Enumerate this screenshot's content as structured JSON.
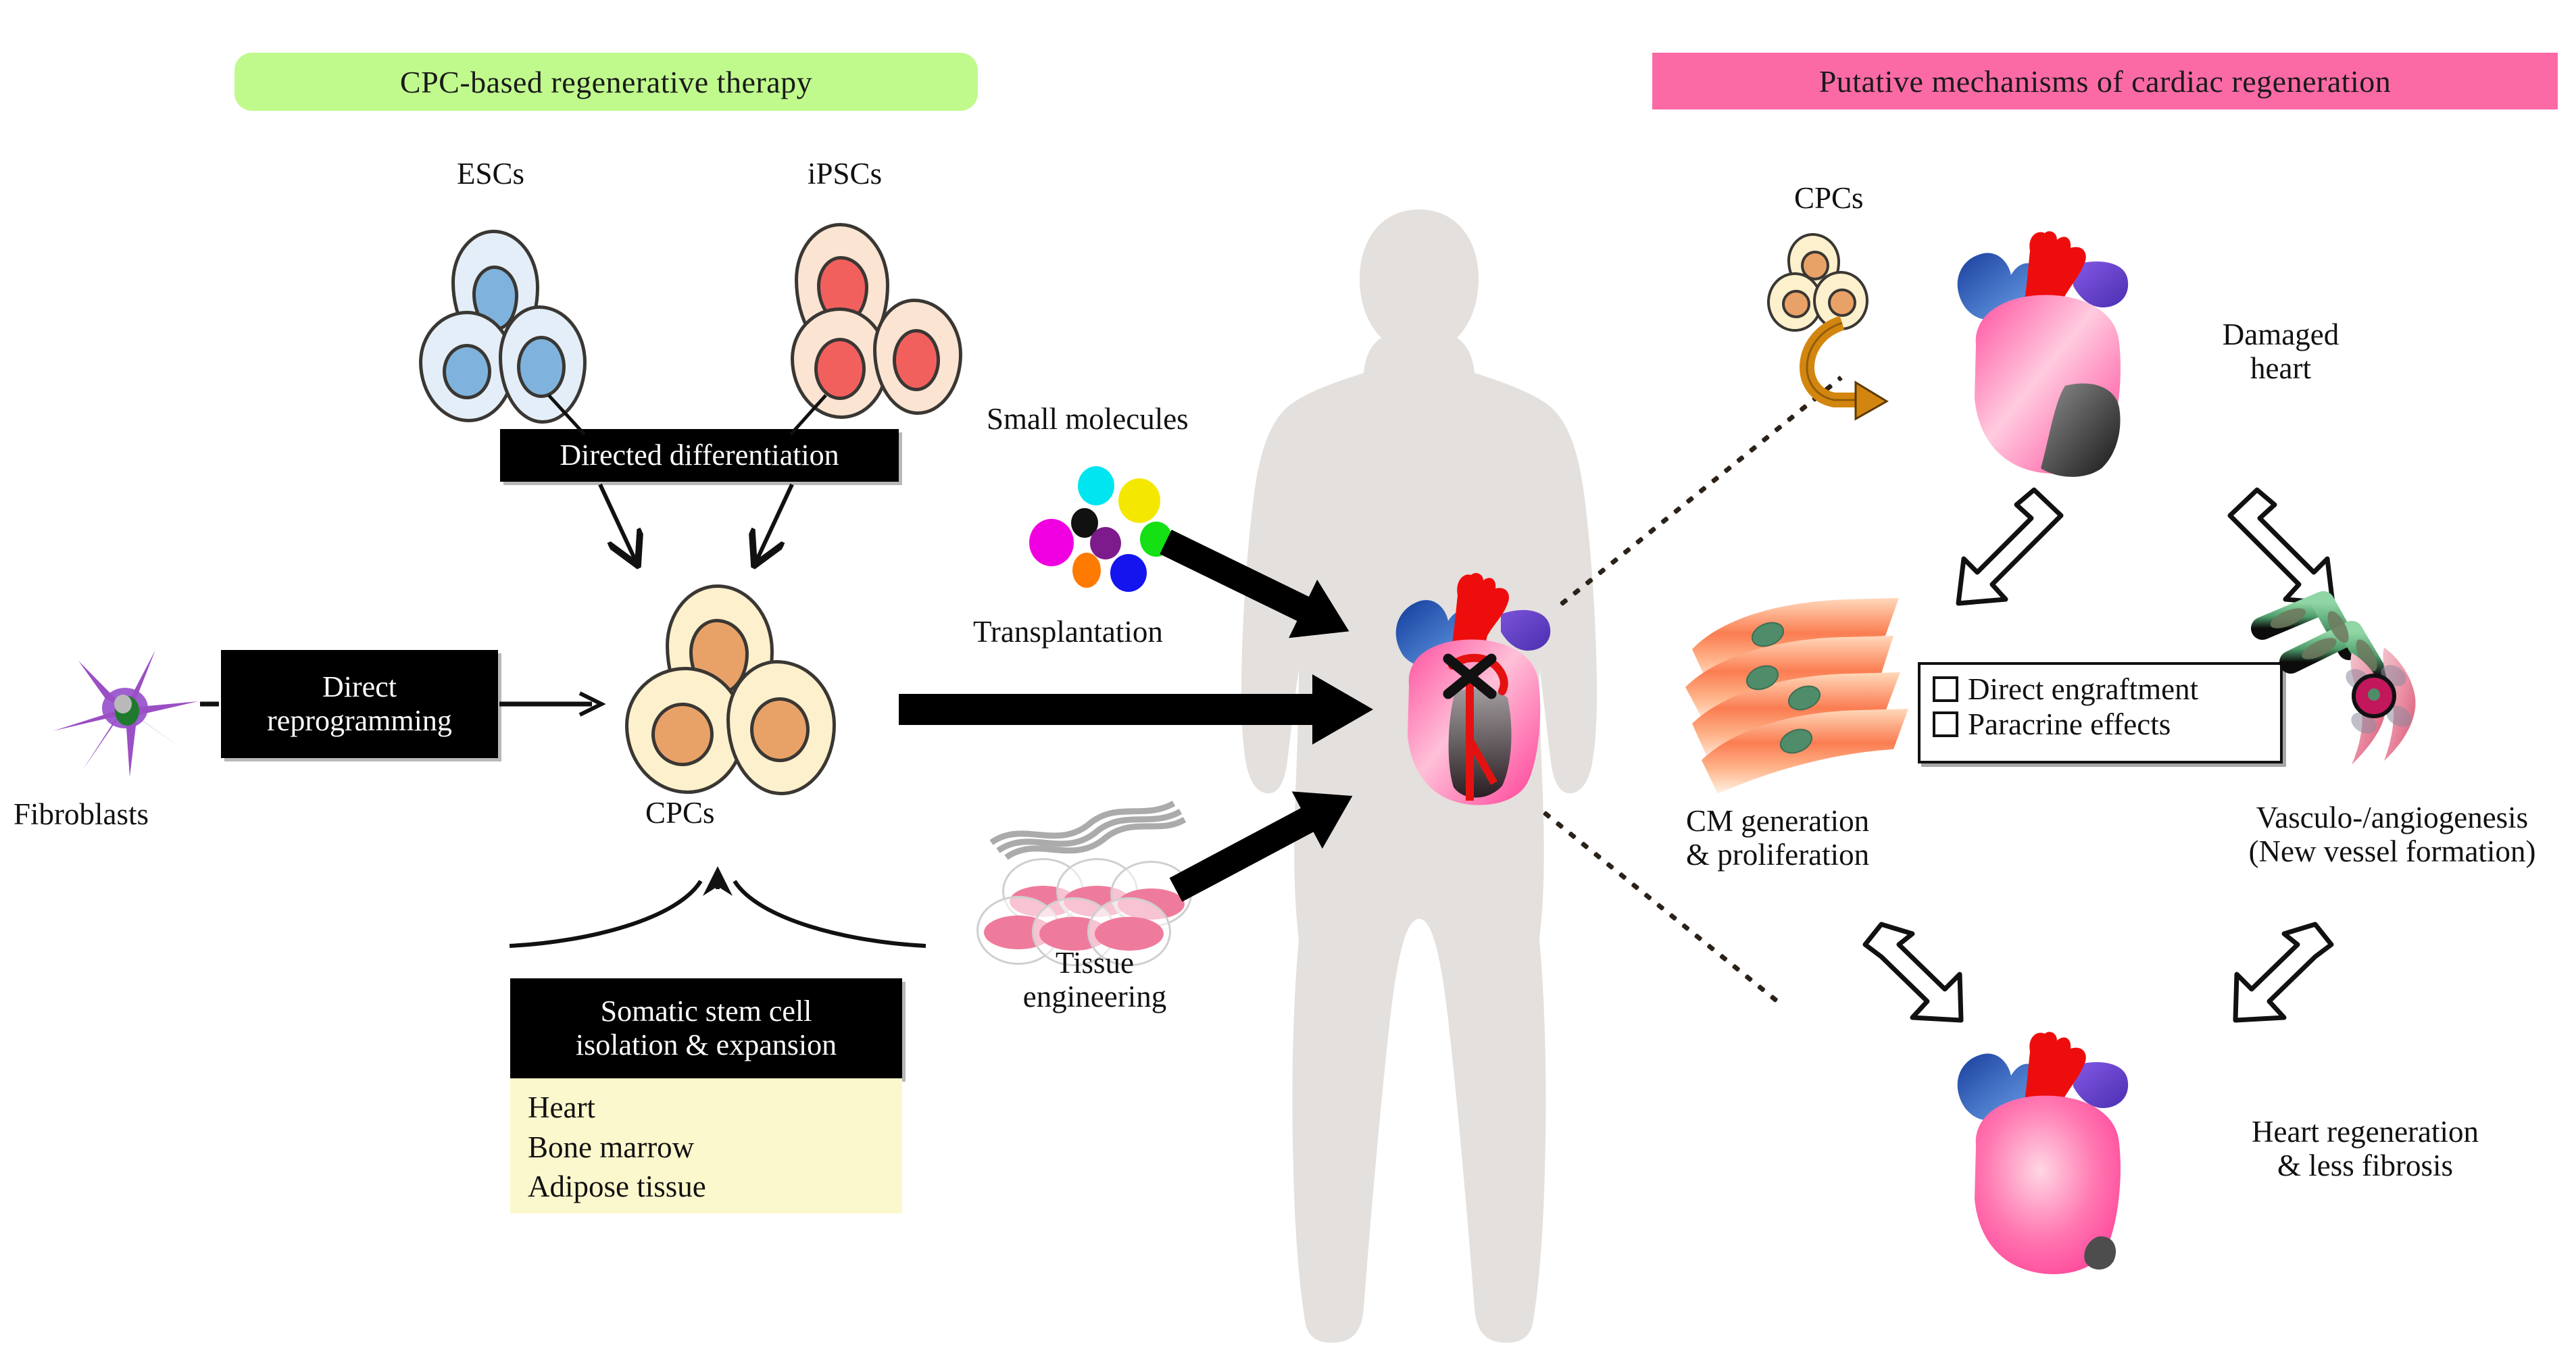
{
  "headers": {
    "left": "CPC-based regenerative therapy",
    "right": "Putative mechanisms of cardiac regeneration",
    "left_color": "#c0fa8d",
    "right_color": "#fc6aa6"
  },
  "left_panel": {
    "esc_label": "ESCs",
    "ipsc_label": "iPSCs",
    "directed_differentiation": "Directed differentiation",
    "fibroblasts_label": "Fibroblasts",
    "direct_reprogramming_line1": "Direct",
    "direct_reprogramming_line2": "reprogramming",
    "cpcs_label": "CPCs",
    "somatic_box_line1": "Somatic stem cell",
    "somatic_box_line2": "isolation & expansion",
    "somatic_sources": [
      "Heart",
      "Bone marrow",
      "Adipose tissue"
    ]
  },
  "center_panel": {
    "small_molecules_label": "Small  molecules",
    "transplantation_label": "Transplantation",
    "tissue_engineering_line1": "Tissue",
    "tissue_engineering_line2": "engineering",
    "molecule_colors": [
      "#00e5f0",
      "#f5e800",
      "#111111",
      "#f000e0",
      "#7d1b8c",
      "#14e014",
      "#ff7a00",
      "#1414ee"
    ]
  },
  "right_panel": {
    "cpcs_label": "CPCs",
    "damaged_heart_line1": "Damaged",
    "damaged_heart_line2": "heart",
    "cm_generation_line1": "CM generation",
    "cm_generation_line2": "& proliferation",
    "vasculo_line1": "Vasculo-/angiogenesis",
    "vasculo_line2": "(New vessel formation)",
    "heart_regen_line1": "Heart regeneration",
    "heart_regen_line2": "& less fibrosis",
    "mechanisms": [
      "Direct engraftment",
      "Paracrine effects"
    ]
  },
  "colors": {
    "esc_cell_fill": "#e3eef8",
    "esc_nucleus": "#7fb3dd",
    "ipsc_cell_fill": "#fbe4d2",
    "ipsc_nucleus": "#f2605e",
    "cpc_cell_fill": "#fdf0cd",
    "cpc_nucleus": "#e8a268",
    "fibroblast": "#9b4fc4",
    "fibroblast_nucleus": "#1f7a2e",
    "heart_muscle": "#fd62a6",
    "heart_aorta": "#ee0d0d",
    "heart_vein_blue": "#2d5fc4",
    "heart_vein_purple": "#6a47c9",
    "infarct_gray": "#3a3a3a",
    "cardiomyocyte": "#fb8a5e",
    "cm_nucleus": "#4f8c6a",
    "vessel_green": "#62b07c",
    "vessel_pink": "#ea9fb0",
    "curved_arrow": "#d3860f",
    "silhouette": "#e4e0dd",
    "plate_media": "#ef7b9c"
  }
}
